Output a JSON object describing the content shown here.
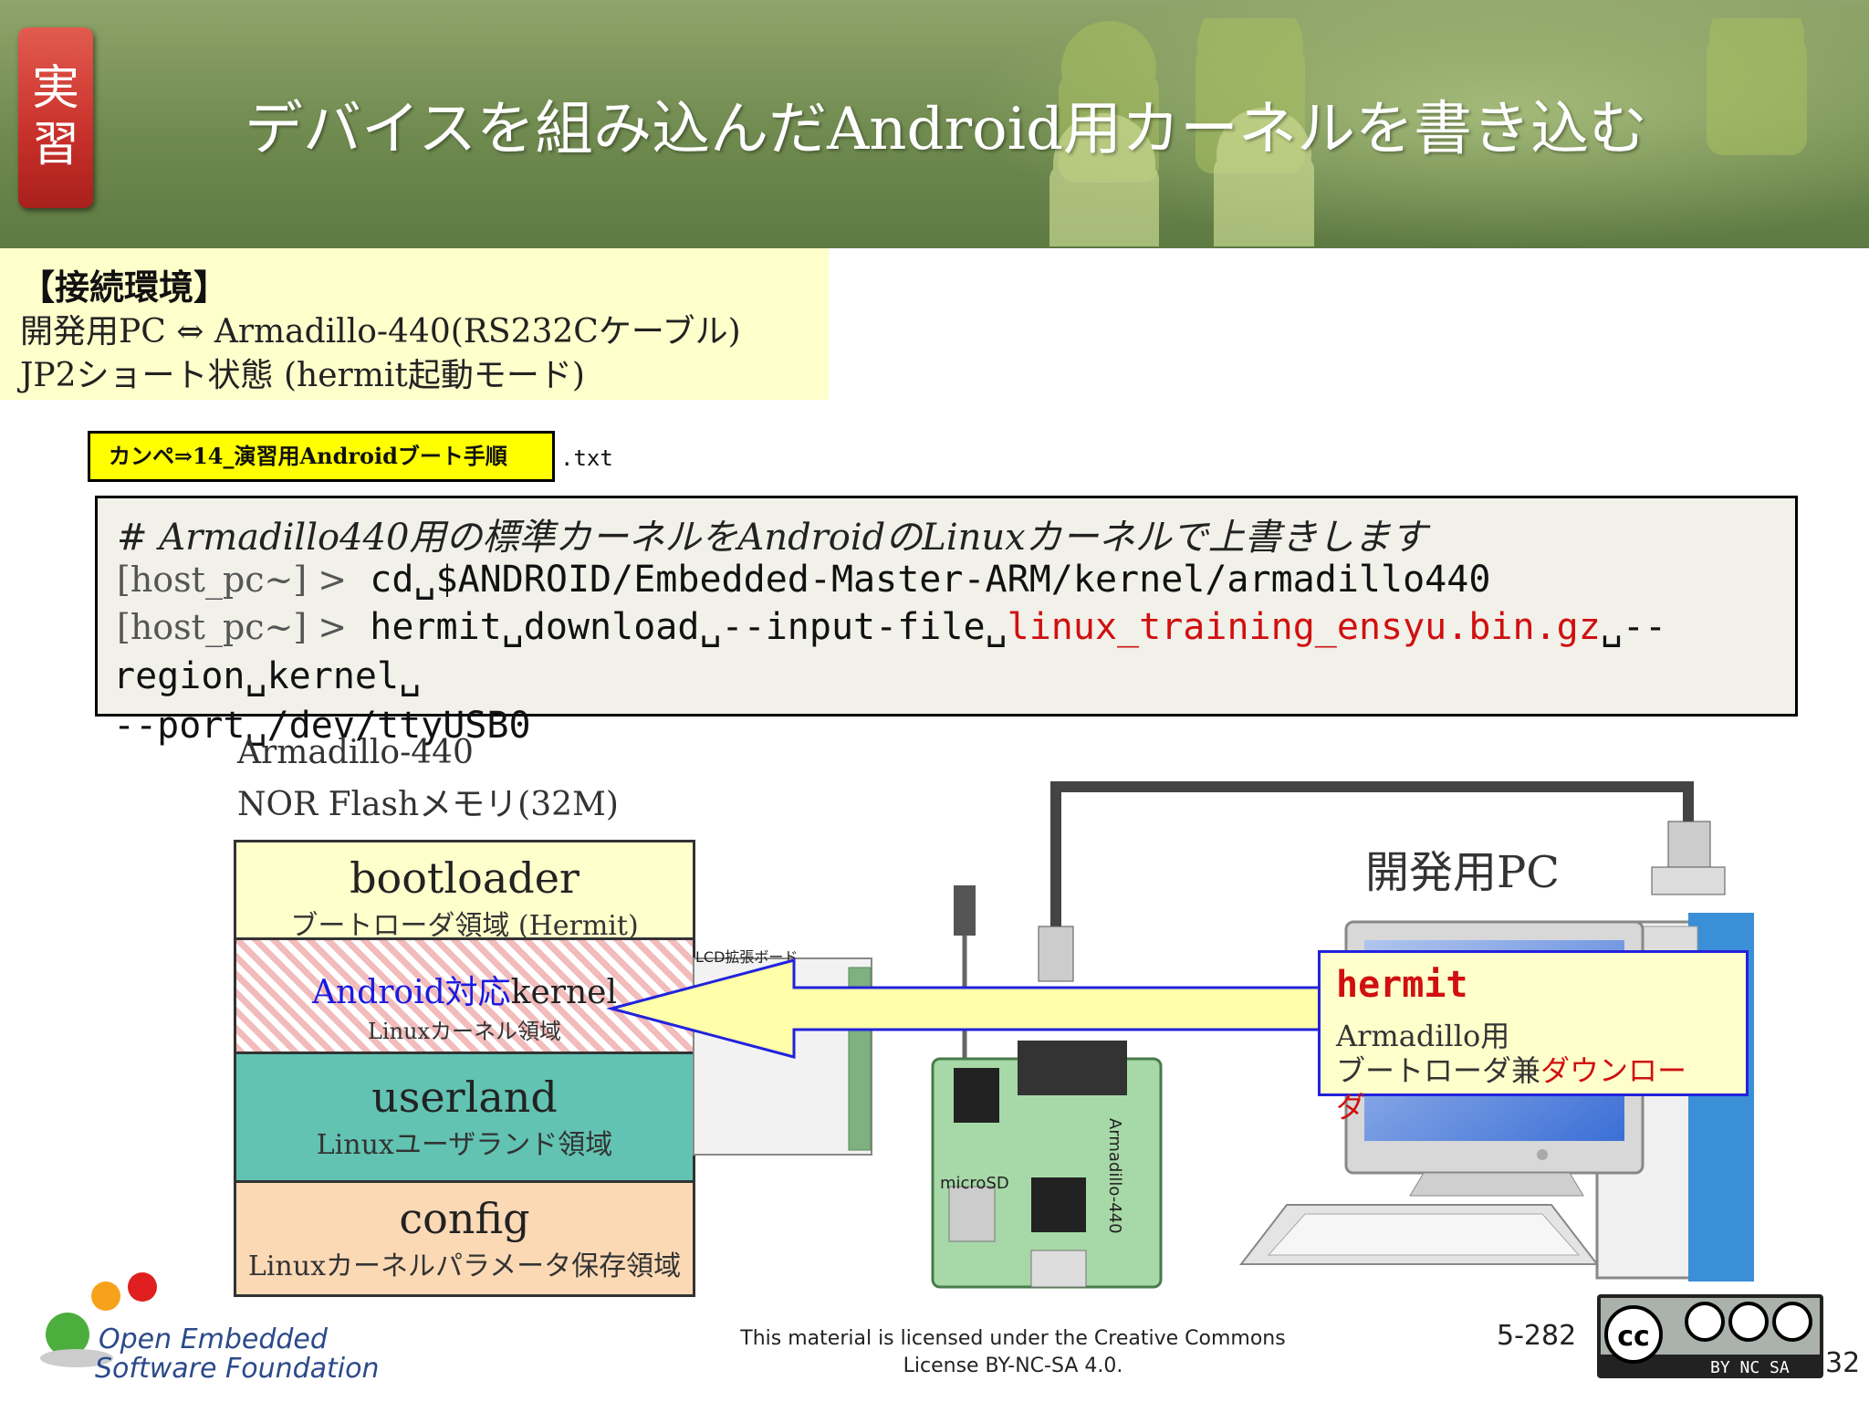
{
  "header": {
    "badge": [
      "実",
      "習"
    ],
    "title": "デバイスを組み込んだAndroid用カーネルを書き込む"
  },
  "env": {
    "heading": "【接続環境】",
    "line1": "開発用PC ⇔ Armadillo-440(RS232Cケーブル)",
    "line2": "JP2ショート状態 (hermit起動モード)"
  },
  "campe": {
    "label": "カンペ⇒14_演習用Androidブート手順",
    "ext": ".txt"
  },
  "command": {
    "comment": "# Armadillo440用の標準カーネルをAndroidのLinuxカーネルで上書きします",
    "line1_prompt": "[host_pc~] >",
    "line1_cmd": "cd␣$ANDROID/Embedded-Master-ARM/kernel/armadillo440",
    "line2_prompt": "[host_pc~] >",
    "line2_cmd_a": "hermit␣download␣--input-file␣",
    "line2_cmd_file": "linux_training_ensyu.bin.gz",
    "line2_cmd_b": "␣--",
    "line3": "region␣kernel␣",
    "line4": "--port␣/dev/ttyUSB0"
  },
  "memory": {
    "title1": "Armadillo-440",
    "title2": "NOR Flashメモリ(32M)",
    "blocks": [
      {
        "main": "bootloader",
        "sub": "ブートローダ領域 (Hermit)"
      },
      {
        "main_highlight": "Android対応",
        "main": "kernel",
        "sub": "Linuxカーネル領域"
      },
      {
        "main": "userland",
        "sub": "Linuxユーザランド領域"
      },
      {
        "main": "config",
        "sub": "Linuxカーネルパラメータ保存領域"
      }
    ]
  },
  "board": {
    "lcd_label": "LCD拡張ボード",
    "microsd": "microSD",
    "name": "Armadillo-440"
  },
  "pc": {
    "label": "開発用PC",
    "hermit_title": "hermit",
    "hermit_line1": "Armadillo用",
    "hermit_line2_a": "ブートローダ兼",
    "hermit_line2_b": "ダウンロー",
    "hermit_line3": "ダ"
  },
  "footer": {
    "license_line1": "This material is licensed under the Creative Commons",
    "license_line2": "License BY-NC-SA 4.0.",
    "slide_number": "5-282",
    "page_fragment": "32",
    "org_line1": "Open Embedded",
    "org_line2": "Software Foundation",
    "cc_text": "BY  NC  SA"
  },
  "colors": {
    "accent_red": "#d01010",
    "highlight_yellow": "#ffff00",
    "note_yellow": "#ffffcc",
    "userland_teal": "#62c3b2",
    "config_peach": "#fbd9b5"
  }
}
